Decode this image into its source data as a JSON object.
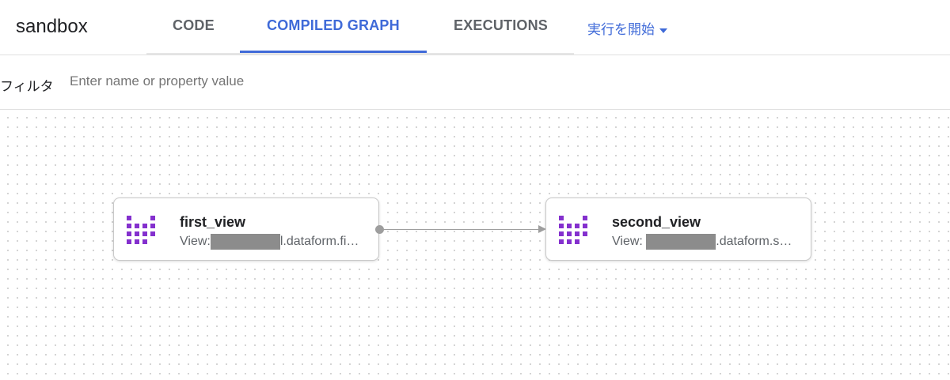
{
  "header": {
    "title": "sandbox",
    "tabs": [
      {
        "label": "CODE"
      },
      {
        "label": "COMPILED GRAPH",
        "active": true
      },
      {
        "label": "EXECUTIONS"
      }
    ],
    "run_label": "実行を開始"
  },
  "filter": {
    "label": "フィルタ",
    "placeholder": "Enter name or property value",
    "value": ""
  },
  "graph": {
    "nodes": [
      {
        "name": "first_view",
        "type": "View:",
        "suffix": "l.dataform.fi…"
      },
      {
        "name": "second_view",
        "type": "View:",
        "suffix": ".dataform.s…"
      }
    ],
    "edges": [
      {
        "from": "first_view",
        "to": "second_view"
      }
    ]
  },
  "colors": {
    "accent": "#3f6ad8",
    "icon": "#8430ce"
  }
}
